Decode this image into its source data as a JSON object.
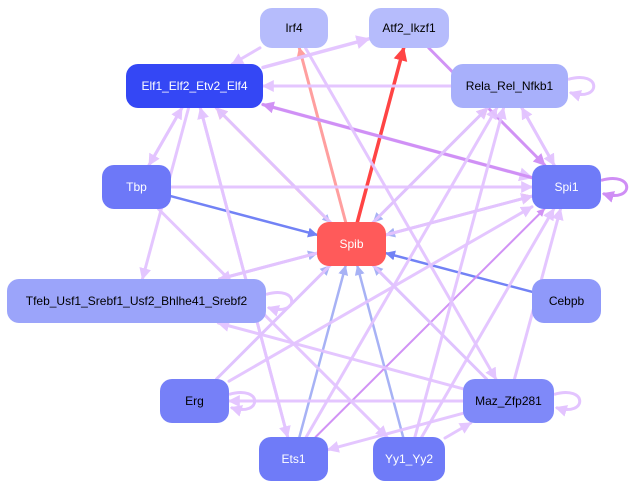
{
  "title": "Spib regulatory network",
  "colors": {
    "edge_default": "#e3c4ff",
    "edge_purple": "#cf8ef5",
    "edge_blue": "#a3aef5",
    "edge_darkblue": "#6b7cf5",
    "edge_red": "#ff3a3a",
    "edge_salmon": "#ff9a9a",
    "edge_pink": "#ffc0c0"
  },
  "nodes": [
    {
      "id": "Irf4",
      "label": "Irf4",
      "fill": "#b6bcfc",
      "text": "#000000"
    },
    {
      "id": "Atf2_Ikzf1",
      "label": "Atf2_Ikzf1",
      "fill": "#b6bcfc",
      "text": "#000000"
    },
    {
      "id": "Elf1",
      "label": "Elf1_Elf2_Etv2_Elf4",
      "fill": "#3447f5",
      "text": "#ffffff"
    },
    {
      "id": "Rela",
      "label": "Rela_Rel_Nfkb1",
      "fill": "#a8b0fb",
      "text": "#000000"
    },
    {
      "id": "Tbp",
      "label": "Tbp",
      "fill": "#6d78f8",
      "text": "#ffffff"
    },
    {
      "id": "Spi1",
      "label": "Spi1",
      "fill": "#6f7bf8",
      "text": "#ffffff"
    },
    {
      "id": "Spib",
      "label": "Spib",
      "fill": "#ff5a5a",
      "text": "#ffffff"
    },
    {
      "id": "Tfeb",
      "label": "Tfeb_Usf1_Srebf1_Usf2_Bhlhe41_Srebf2",
      "fill": "#9ba4fa",
      "text": "#000000"
    },
    {
      "id": "Cebpb",
      "label": "Cebpb",
      "fill": "#8f99fa",
      "text": "#000000"
    },
    {
      "id": "Erg",
      "label": "Erg",
      "fill": "#7680f8",
      "text": "#000000"
    },
    {
      "id": "Maz",
      "label": "Maz_Zfp281",
      "fill": "#7f89f9",
      "text": "#000000"
    },
    {
      "id": "Ets1",
      "label": "Ets1",
      "fill": "#6f7bf8",
      "text": "#ffffff"
    },
    {
      "id": "Yy1",
      "label": "Yy1_Yy2",
      "fill": "#6f7bf8",
      "text": "#ffffff"
    }
  ],
  "edges": [
    {
      "from": "Spib",
      "to": "Irf4",
      "color": "edge_salmon",
      "w": 3
    },
    {
      "from": "Spib",
      "to": "Atf2_Ikzf1",
      "color": "edge_red",
      "w": 3.5
    },
    {
      "from": "Spib",
      "to": "Rela",
      "color": "edge_salmon",
      "w": 2.5
    },
    {
      "from": "Spib",
      "to": "Spi1",
      "color": "edge_salmon",
      "w": 2.5
    },
    {
      "from": "Spib",
      "to": "Elf1",
      "color": "edge_pink",
      "w": 3
    },
    {
      "from": "Tbp",
      "to": "Spib",
      "color": "edge_darkblue",
      "w": 2.5
    },
    {
      "from": "Cebpb",
      "to": "Spib",
      "color": "edge_darkblue",
      "w": 2.5
    },
    {
      "from": "Elf1",
      "to": "Spib",
      "color": "edge_blue",
      "w": 2
    },
    {
      "from": "Rela",
      "to": "Spib",
      "color": "edge_blue",
      "w": 2.5
    },
    {
      "from": "Spi1",
      "to": "Spib",
      "color": "edge_blue",
      "w": 2.5
    },
    {
      "from": "Tfeb",
      "to": "Spib",
      "color": "edge_blue",
      "w": 2.5
    },
    {
      "from": "Erg",
      "to": "Spib",
      "color": "edge_blue",
      "w": 2.5
    },
    {
      "from": "Ets1",
      "to": "Spib",
      "color": "edge_blue",
      "w": 2.5
    },
    {
      "from": "Yy1",
      "to": "Spib",
      "color": "edge_blue",
      "w": 2.5
    },
    {
      "from": "Maz",
      "to": "Spib",
      "color": "edge_blue",
      "w": 2.5
    },
    {
      "from": "Elf1",
      "to": "Spi1",
      "color": "edge_default",
      "w": 3.5
    },
    {
      "from": "Spi1",
      "to": "Elf1",
      "color": "edge_purple",
      "w": 3
    },
    {
      "from": "Elf1",
      "to": "Atf2_Ikzf1",
      "color": "edge_default",
      "w": 3.5
    },
    {
      "from": "Irf4",
      "to": "Elf1",
      "color": "edge_default",
      "w": 3
    },
    {
      "from": "Rela",
      "to": "Elf1",
      "color": "edge_default",
      "w": 3
    },
    {
      "from": "Elf1",
      "to": "Tbp",
      "color": "edge_default",
      "w": 3
    },
    {
      "from": "Tbp",
      "to": "Elf1",
      "color": "edge_default",
      "w": 3
    },
    {
      "from": "Tbp",
      "to": "Spi1",
      "color": "edge_default",
      "w": 3
    },
    {
      "from": "Elf1",
      "to": "Tfeb",
      "color": "edge_default",
      "w": 3
    },
    {
      "from": "Spi1",
      "to": "Tfeb",
      "color": "edge_default",
      "w": 3
    },
    {
      "from": "Atf2_Ikzf1",
      "to": "Spi1",
      "color": "edge_purple",
      "w": 3
    },
    {
      "from": "Irf4",
      "to": "Maz",
      "color": "edge_default",
      "w": 3
    },
    {
      "from": "Rela",
      "to": "Spi1",
      "color": "edge_default",
      "w": 3
    },
    {
      "from": "Spi1",
      "to": "Rela",
      "color": "edge_default",
      "w": 3
    },
    {
      "from": "Maz",
      "to": "Spi1",
      "color": "edge_default",
      "w": 3
    },
    {
      "from": "Yy1",
      "to": "Spi1",
      "color": "edge_default",
      "w": 3
    },
    {
      "from": "Ets1",
      "to": "Spi1",
      "color": "edge_purple",
      "w": 2
    },
    {
      "from": "Erg",
      "to": "Spi1",
      "color": "edge_default",
      "w": 3
    },
    {
      "from": "Tfeb",
      "to": "Spi1",
      "color": "edge_default",
      "w": 3
    },
    {
      "from": "Maz",
      "to": "Erg",
      "color": "edge_default",
      "w": 3
    },
    {
      "from": "Maz",
      "to": "Ets1",
      "color": "edge_default",
      "w": 3
    },
    {
      "from": "Yy1",
      "to": "Maz",
      "color": "edge_default",
      "w": 3
    },
    {
      "from": "Maz",
      "to": "Tfeb",
      "color": "edge_default",
      "w": 3
    },
    {
      "from": "Ets1",
      "to": "Elf1",
      "color": "edge_default",
      "w": 3
    },
    {
      "from": "Yy1",
      "to": "Rela",
      "color": "edge_default",
      "w": 3
    },
    {
      "from": "Ets1",
      "to": "Rela",
      "color": "edge_default",
      "w": 3
    },
    {
      "from": "Maz",
      "to": "Elf1",
      "color": "edge_default",
      "w": 3
    },
    {
      "from": "Tbp",
      "to": "Yy1",
      "color": "edge_default",
      "w": 3
    },
    {
      "from": "Elf1",
      "to": "Ets1",
      "color": "edge_default",
      "w": 3
    },
    {
      "from": "Erg",
      "to": "Rela",
      "color": "edge_default",
      "w": 3
    }
  ],
  "self_loops": [
    "Rela",
    "Spi1",
    "Tfeb",
    "Erg",
    "Maz"
  ]
}
